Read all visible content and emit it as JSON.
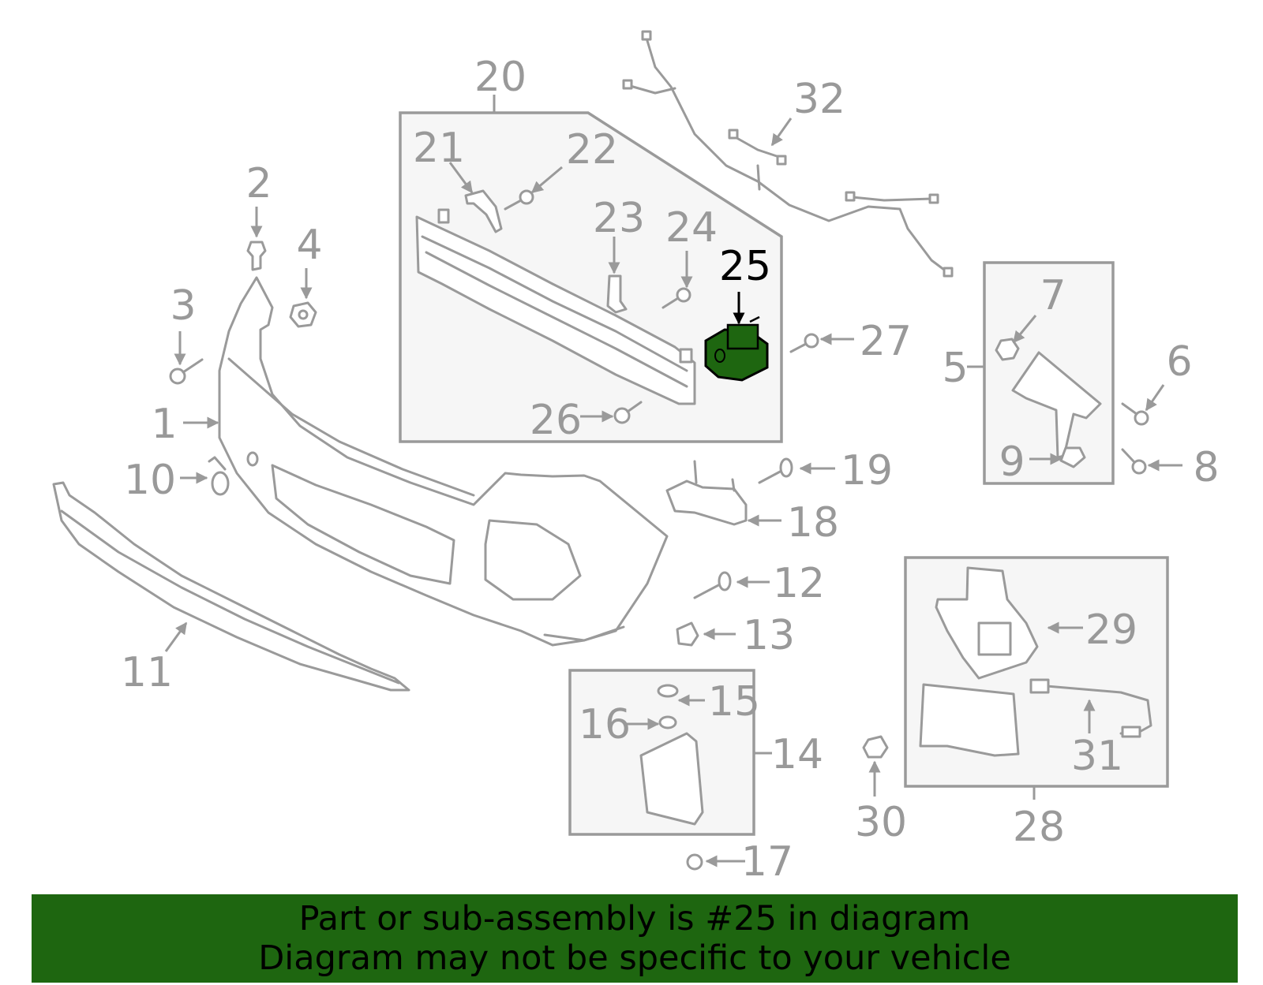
{
  "highlight_color": "#1e6610",
  "banner": {
    "line1": "Part or sub-assembly is #25 in diagram",
    "line2": "Diagram may not be specific to your vehicle",
    "background": "#1e6610"
  },
  "callouts": {
    "c1": "1",
    "c2": "2",
    "c3": "3",
    "c4": "4",
    "c5": "5",
    "c6": "6",
    "c7": "7",
    "c8": "8",
    "c9": "9",
    "c10": "10",
    "c11": "11",
    "c12": "12",
    "c13": "13",
    "c14": "14",
    "c15": "15",
    "c16": "16",
    "c17": "17",
    "c18": "18",
    "c19": "19",
    "c20": "20",
    "c21": "21",
    "c22": "22",
    "c23": "23",
    "c24": "24",
    "c25": "25",
    "c26": "26",
    "c27": "27",
    "c28": "28",
    "c29": "29",
    "c30": "30",
    "c31": "31",
    "c32": "32"
  }
}
